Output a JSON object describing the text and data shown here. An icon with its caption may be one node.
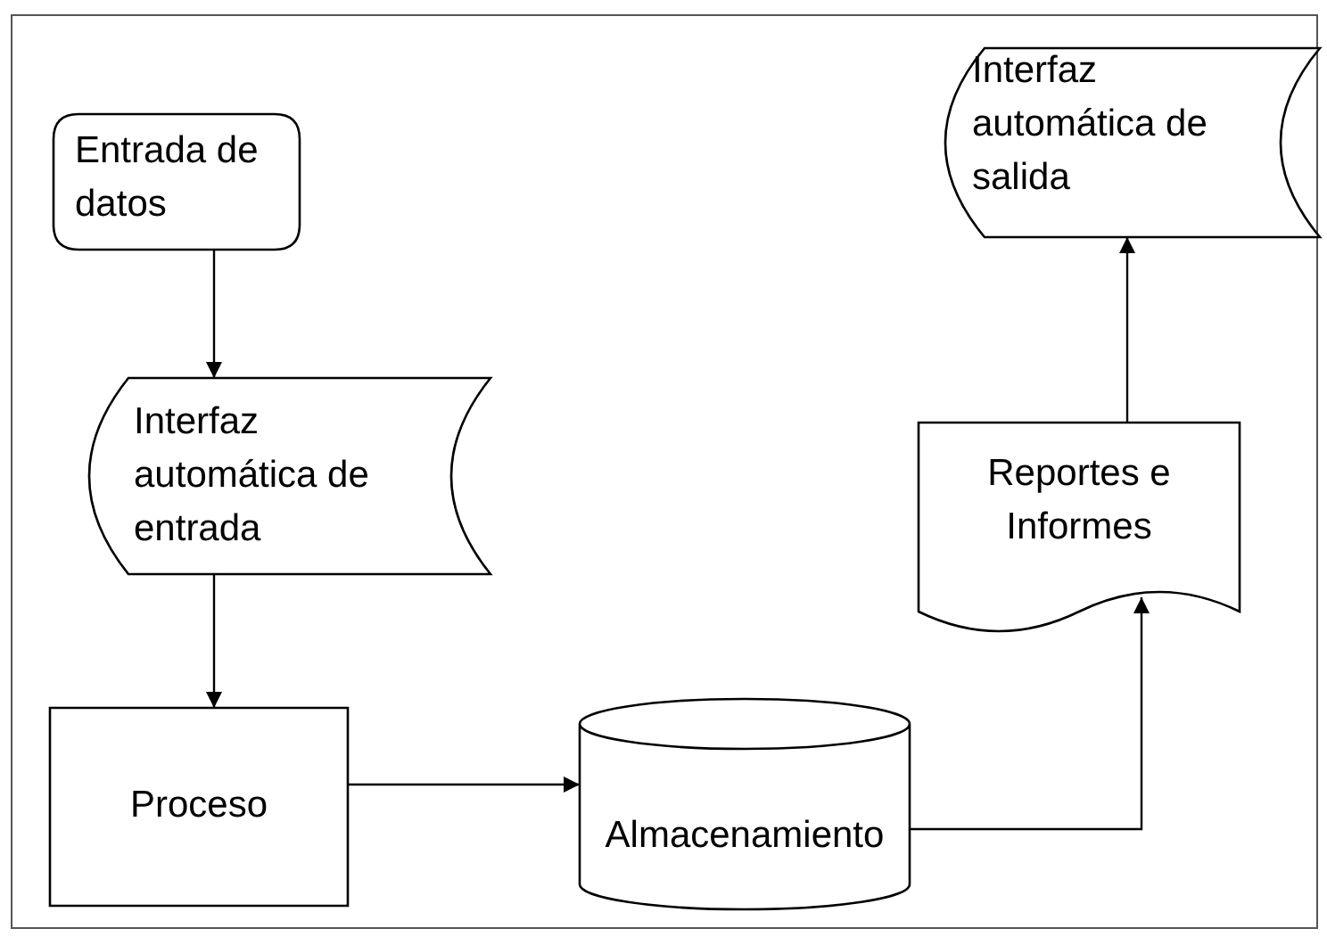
{
  "diagram": {
    "nodes": [
      {
        "text": [
          "Entrada de datos"
        ]
      },
      {
        "text": [
          "Interfaz automática de entrada"
        ]
      },
      {
        "text": [
          "Proceso"
        ]
      },
      {
        "text": [
          "Almacenamiento"
        ]
      },
      {
        "text": [
          "Reportes e Informes"
        ]
      },
      {
        "text": [
          "Interfaz automática de salida"
        ]
      }
    ],
    "edges": [
      {
        "from": 0,
        "to": 1,
        "arrow": "to"
      },
      {
        "from": 1,
        "to": 2,
        "arrow": "to"
      },
      {
        "from": 2,
        "to": 3,
        "arrow": "to"
      },
      {
        "from": 3,
        "to": 4,
        "arrow": "to"
      },
      {
        "from": 4,
        "to": 5,
        "arrow": "to"
      }
    ]
  }
}
